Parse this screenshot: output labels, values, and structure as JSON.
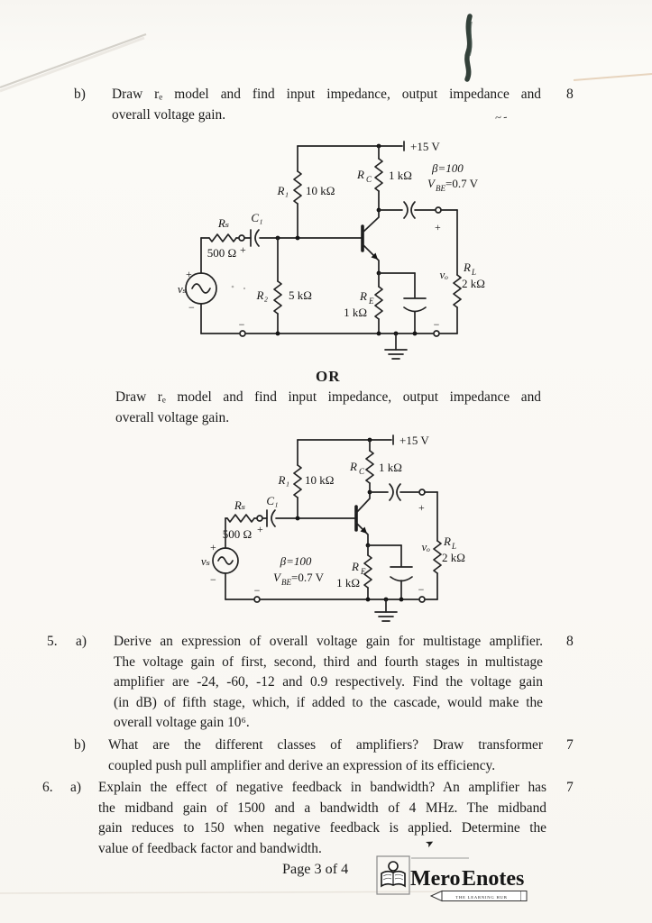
{
  "questions": {
    "q4b": {
      "label": "b)",
      "marks": "8",
      "lines": [
        "Draw rₑ model and find input impedance, output impedance and",
        "overall voltage gain."
      ]
    },
    "or_divider": "OR",
    "q4b_or": {
      "lines": [
        "Draw rₑ model and find input impedance, output impedance and",
        "overall voltage gain."
      ]
    },
    "q5": {
      "number": "5.",
      "a": {
        "label": "a)",
        "marks": "8",
        "lines": [
          "Derive an expression of overall voltage gain for multistage amplifier.",
          "The voltage gain of first, second, third and fourth stages in multistage",
          "amplifier are -24, -60, -12 and 0.9 respectively. Find the voltage gain",
          "(in dB) of fifth stage, which, if added to the cascade, would make the",
          "overall voltage gain 10⁶."
        ]
      },
      "b": {
        "label": "b)",
        "marks": "7",
        "lines": [
          "What are the different classes of amplifiers? Draw transformer",
          "coupled push pull amplifier and derive an expression of its efficiency."
        ]
      }
    },
    "q6": {
      "number": "6.",
      "a": {
        "label": "a)",
        "marks": "7",
        "lines": [
          "Explain the effect of negative feedback in bandwidth? An amplifier has",
          "the midband gain of 1500 and a bandwidth of 4 MHz. The midband",
          "gain reduces to 150 when negative feedback is applied. Determine the",
          "value of feedback factor and bandwidth."
        ]
      }
    }
  },
  "circuit1": {
    "supply": "+15 V",
    "beta": "β=100",
    "vbe": {
      "v": "V",
      "sub": "BE",
      "eq": "=0.7 V"
    },
    "r1": {
      "name": "R₁",
      "val": "10 kΩ"
    },
    "rc": {
      "r": "R",
      "sub": "C",
      "val": "1 kΩ"
    },
    "r2": {
      "name": "R₂",
      "val": "5 kΩ"
    },
    "re": {
      "r": "R",
      "sub": "E",
      "val": "1 kΩ"
    },
    "rl": {
      "r": "R",
      "sub": "L",
      "val": "2 kΩ"
    },
    "rs": {
      "name": "Rₛ",
      "val": "500 Ω"
    },
    "c1": "C₁",
    "vs": "vₛ",
    "vo": "vₒ",
    "plus": "+",
    "minus": "−"
  },
  "circuit2": {
    "supply": "+15 V",
    "beta": "β=100",
    "vbe": {
      "v": "V",
      "sub": "BE",
      "eq": "=0.7 V"
    },
    "r1": {
      "name": "R₁",
      "val": "10 kΩ"
    },
    "rc": {
      "r": "R",
      "sub": "C",
      "val": "1 kΩ"
    },
    "re": {
      "r": "R",
      "sub": "E",
      "val": "1 kΩ"
    },
    "rl": {
      "r": "R",
      "sub": "L",
      "val": "2 kΩ"
    },
    "rs": {
      "name": "Rₛ",
      "val": "500 Ω"
    },
    "c1": "C₁",
    "vs": "vₛ",
    "vo": "vₒ",
    "plus": "+",
    "minus": "−"
  },
  "footer": {
    "page_label": "Page 3 of 4",
    "logo": {
      "mero": "Mero",
      "enotes": "Enotes",
      "tagline": "THE LEARNING HUB"
    }
  },
  "artifacts": {
    "squiggle": "~-",
    "pen_mark": "➤"
  }
}
